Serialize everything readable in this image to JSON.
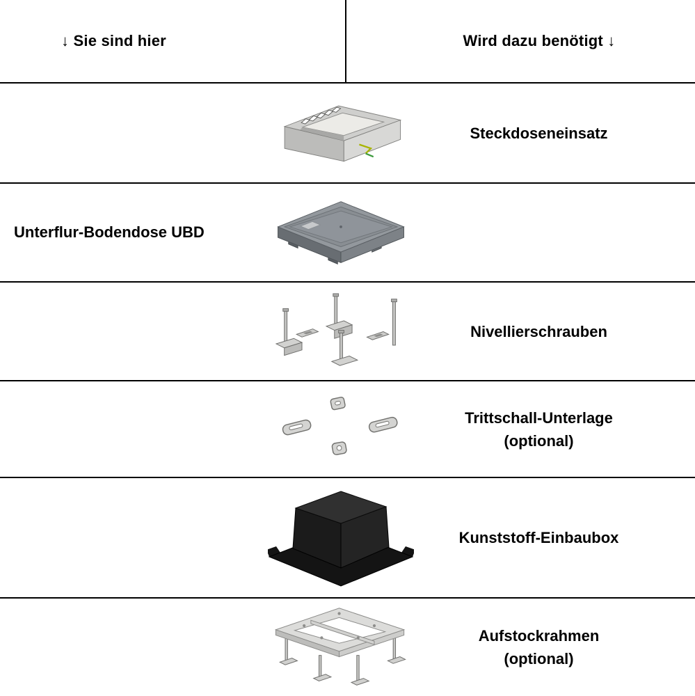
{
  "header": {
    "left_label": "↓ Sie sind hier",
    "right_label": "Wird dazu benötigt ↓"
  },
  "rows": [
    {
      "image": "steckdoseneinsatz",
      "left_label": "",
      "right_label": "Steckdoseneinsatz"
    },
    {
      "image": "unterflur-bodendose-ubd",
      "left_label": "Unterflur-Bodendose UBD",
      "right_label": ""
    },
    {
      "image": "nivellierschrauben",
      "left_label": "",
      "right_label": "Nivellierschrauben"
    },
    {
      "image": "trittschall-unterlage",
      "left_label": "",
      "right_label": "Trittschall-Unterlage\n(optional)"
    },
    {
      "image": "kunststoff-einbaubox",
      "left_label": "",
      "right_label": "Kunststoff-Einbaubox"
    },
    {
      "image": "aufstockrahmen",
      "left_label": "",
      "right_label": "Aufstockrahmen\n(optional)"
    }
  ],
  "colors": {
    "background": "#ffffff",
    "line": "#000000",
    "metal_light": "#d2d2d0",
    "metal_mid": "#93989d",
    "plastic_black": "#141414",
    "ground_wire_yellow": "#a8b400",
    "ground_wire_green": "#3f9b3f"
  }
}
